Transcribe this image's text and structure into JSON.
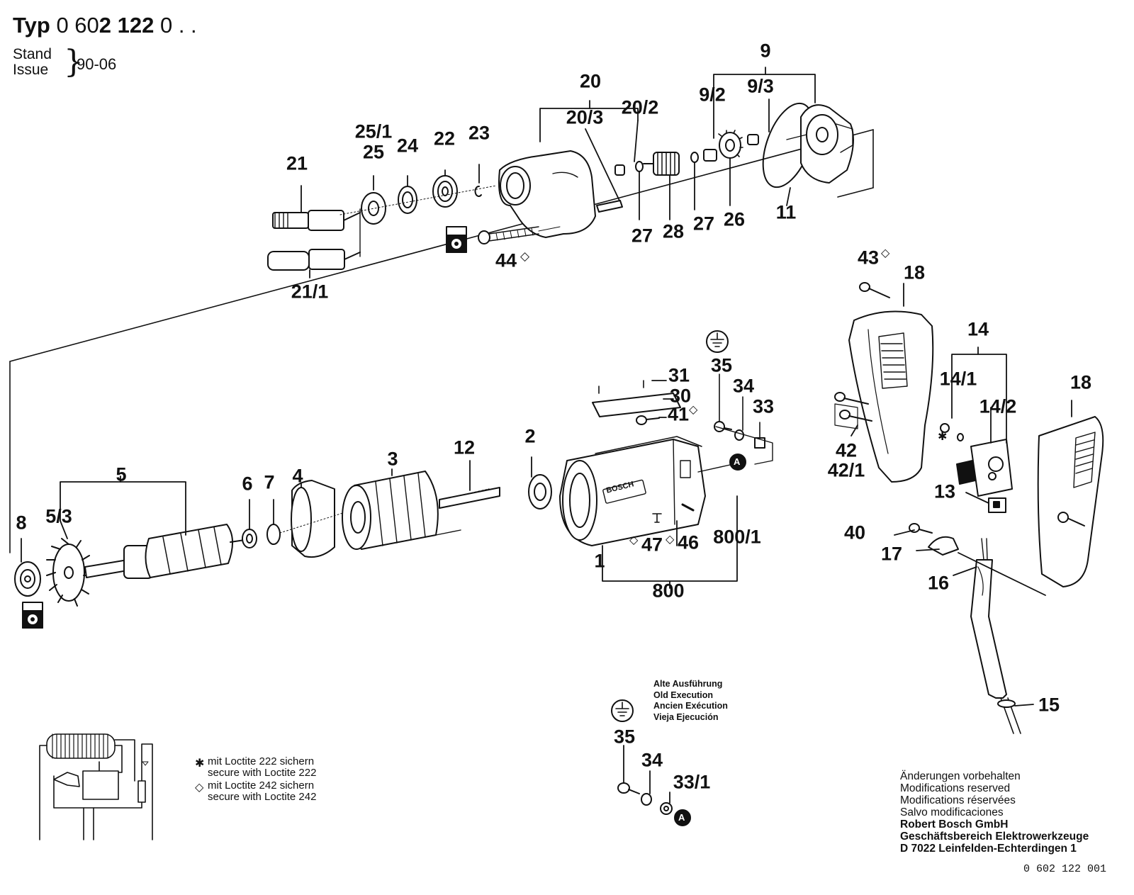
{
  "header": {
    "typ_label": "Typ",
    "typ_number_light1": "0 60",
    "typ_number_bold": "2 122",
    "typ_number_light2": " 0 . .",
    "stand_label": "Stand",
    "issue_label": "Issue",
    "date": "90-06"
  },
  "labels": {
    "9": "9",
    "9_2": "9/2",
    "9_3": "9/3",
    "20": "20",
    "20_3": "20/3",
    "20_2": "20/2",
    "25_1": "25/1",
    "25": "25",
    "24": "24",
    "22": "22",
    "23": "23",
    "21": "21",
    "21_1": "21/1",
    "44": "44",
    "27a": "27",
    "28": "28",
    "27b": "27",
    "26": "26",
    "11": "11",
    "43": "43",
    "18a": "18",
    "18b": "18",
    "14": "14",
    "14_1": "14/1",
    "14_2": "14/2",
    "42": "42",
    "42_1": "42/1",
    "13": "13",
    "40": "40",
    "17": "17",
    "16": "16",
    "15": "15",
    "35": "35",
    "34": "34",
    "33": "33",
    "31": "31",
    "30": "30",
    "41": "41",
    "2": "2",
    "12": "12",
    "3": "3",
    "4": "4",
    "7": "7",
    "6": "6",
    "5": "5",
    "5_3": "5/3",
    "8": "8",
    "1": "1",
    "47": "47",
    "46": "46",
    "800_1": "800/1",
    "800": "800",
    "35b": "35",
    "34b": "34",
    "33_1": "33/1",
    "marker_a": "A",
    "brand": "BOSCH"
  },
  "old_execution": [
    "Alte Ausführung",
    "Old Execution",
    "Ancien Exécution",
    "Vieja Ejecución"
  ],
  "notes": {
    "loctite222_de": "mit Loctite 222 sichern",
    "loctite222_en": "secure with Loctite 222",
    "loctite242_de": "mit Loctite 242 sichern",
    "loctite242_en": "secure with Loctite 242",
    "star_marker": "✱",
    "diamond_marker": "◇"
  },
  "footer": {
    "line1": "Änderungen vorbehalten",
    "line2": "Modifications reserved",
    "line3": "Modifications réservées",
    "line4": "Salvo modificaciones",
    "company": "Robert Bosch GmbH",
    "division": "Geschäftsbereich Elektrowerkzeuge",
    "address": "D 7022 Leinfelden-Echterdingen 1"
  },
  "doc_number": "0 602 122 001"
}
